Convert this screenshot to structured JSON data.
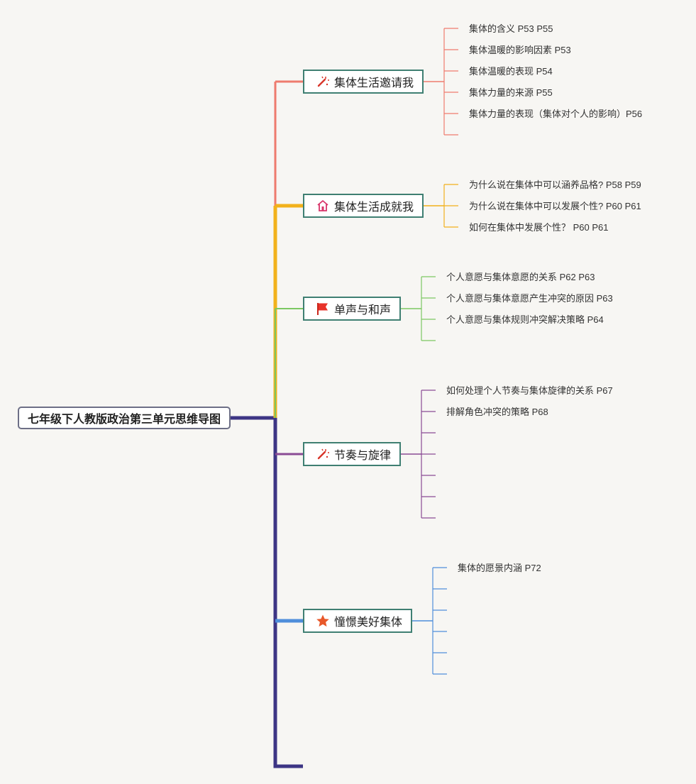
{
  "root": {
    "title": "七年级下人教版政治第三单元思维导图"
  },
  "branches": [
    {
      "label": "集体生活邀请我",
      "icon": "magic-wand-icon",
      "color": "#ee7b6e",
      "leaves": [
        "集体的含义 P53 P55",
        "集体温暖的影响因素 P53",
        "集体温暖的表现 P54",
        "集体力量的来源 P55",
        "集体力量的表现（集体对个人的影响）P56",
        ""
      ]
    },
    {
      "label": "集体生活成就我",
      "icon": "home-icon",
      "color": "#f2b11b",
      "leaves": [
        "为什么说在集体中可以涵养品格? P58 P59",
        "为什么说在集体中可以发展个性? P60 P61",
        "如何在集体中发展个性？ P60 P61"
      ]
    },
    {
      "label": "单声与和声",
      "icon": "flag-icon",
      "color": "#7cc862",
      "leaves": [
        "个人意愿与集体意愿的关系 P62 P63",
        "个人意愿与集体意愿产生冲突的原因 P63",
        "个人意愿与集体规则冲突解决策略 P64",
        ""
      ]
    },
    {
      "label": "节奏与旋律",
      "icon": "magic-wand-icon",
      "color": "#8a4b94",
      "leaves": [
        "如何处理个人节奏与集体旋律的关系 P67",
        "排解角色冲突的策略 P68",
        "",
        "",
        "",
        "",
        ""
      ]
    },
    {
      "label": "憧憬美好集体",
      "icon": "star-icon",
      "color": "#4f8edb",
      "leaves": [
        "集体的愿景内涵 P72",
        "",
        "",
        "",
        "",
        ""
      ]
    }
  ],
  "colors": {
    "trunk": "#3d3584",
    "topic_border": "#3f7f72",
    "root_border": "#6d6f86",
    "background": "#f7f6f3"
  }
}
